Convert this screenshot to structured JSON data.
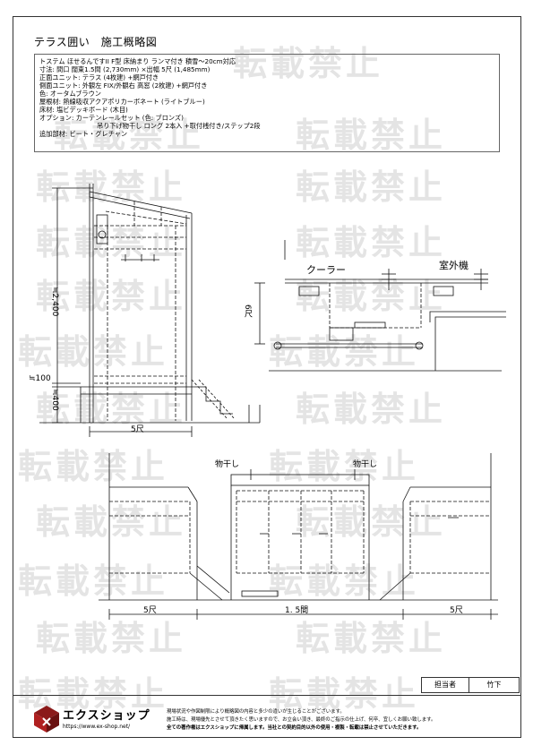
{
  "title": "テラス囲い　施工概略図",
  "spec_lines": [
    "トステム ほせるんですII F型 床納まり ランマ付き 積雪～20cm対応",
    "寸法: 間口 闊東1.5間 (2,730mm) ×出幅 5尺 (1,485mm)",
    "正面ユニット: テラス (4枚建) +網戸付き",
    "側面ユニット: 外観左 FIX/外観右 高窓 (2枚建) +網戸付き",
    "色: オータムブラウン",
    "屋根材: 熱線吸収アクアポリカーボネート (ライトブルー)",
    "床材: 塩ビデッキボード (木目)",
    "オプション: カーテンレールセット (色: ブロンズ)",
    "吊り下げ物干し ロング 2本入 +取付桟付き/ステップ2段",
    "追加部材: ビート・グレチャン"
  ],
  "watermark": "転載禁止",
  "side_view": {
    "height_label": "≒2,400",
    "gap_label": "≒100",
    "floor_label": "≒400",
    "width_label": "5尺"
  },
  "plan_view": {
    "cooler_label": "クーラー",
    "outdoor_unit_label": "室外機",
    "depth_label": "6尺"
  },
  "front_view": {
    "laundry_left": "物干し",
    "laundry_right": "物干し",
    "left_width": "5尺",
    "center_width": "1. 5間",
    "right_width": "5尺"
  },
  "staff": {
    "label": "担当者",
    "name": "竹下"
  },
  "brand": {
    "name": "エクスショップ",
    "url": "https://www.ex-shop.net/"
  },
  "notice_lines": [
    "現場状況や作図制限により概略図の内容と多少の違いが生じることがございます。",
    "施工時は、現場優先とさせて頂きたく思いますので、お立会い頂き、最終のご指示の仕上げ、何卒、宜しくお願い致します。",
    "全ての著作権はエクスショップに帰属します。当社との契約目的以外の使用・複製・転載は禁止させていただきます。"
  ]
}
